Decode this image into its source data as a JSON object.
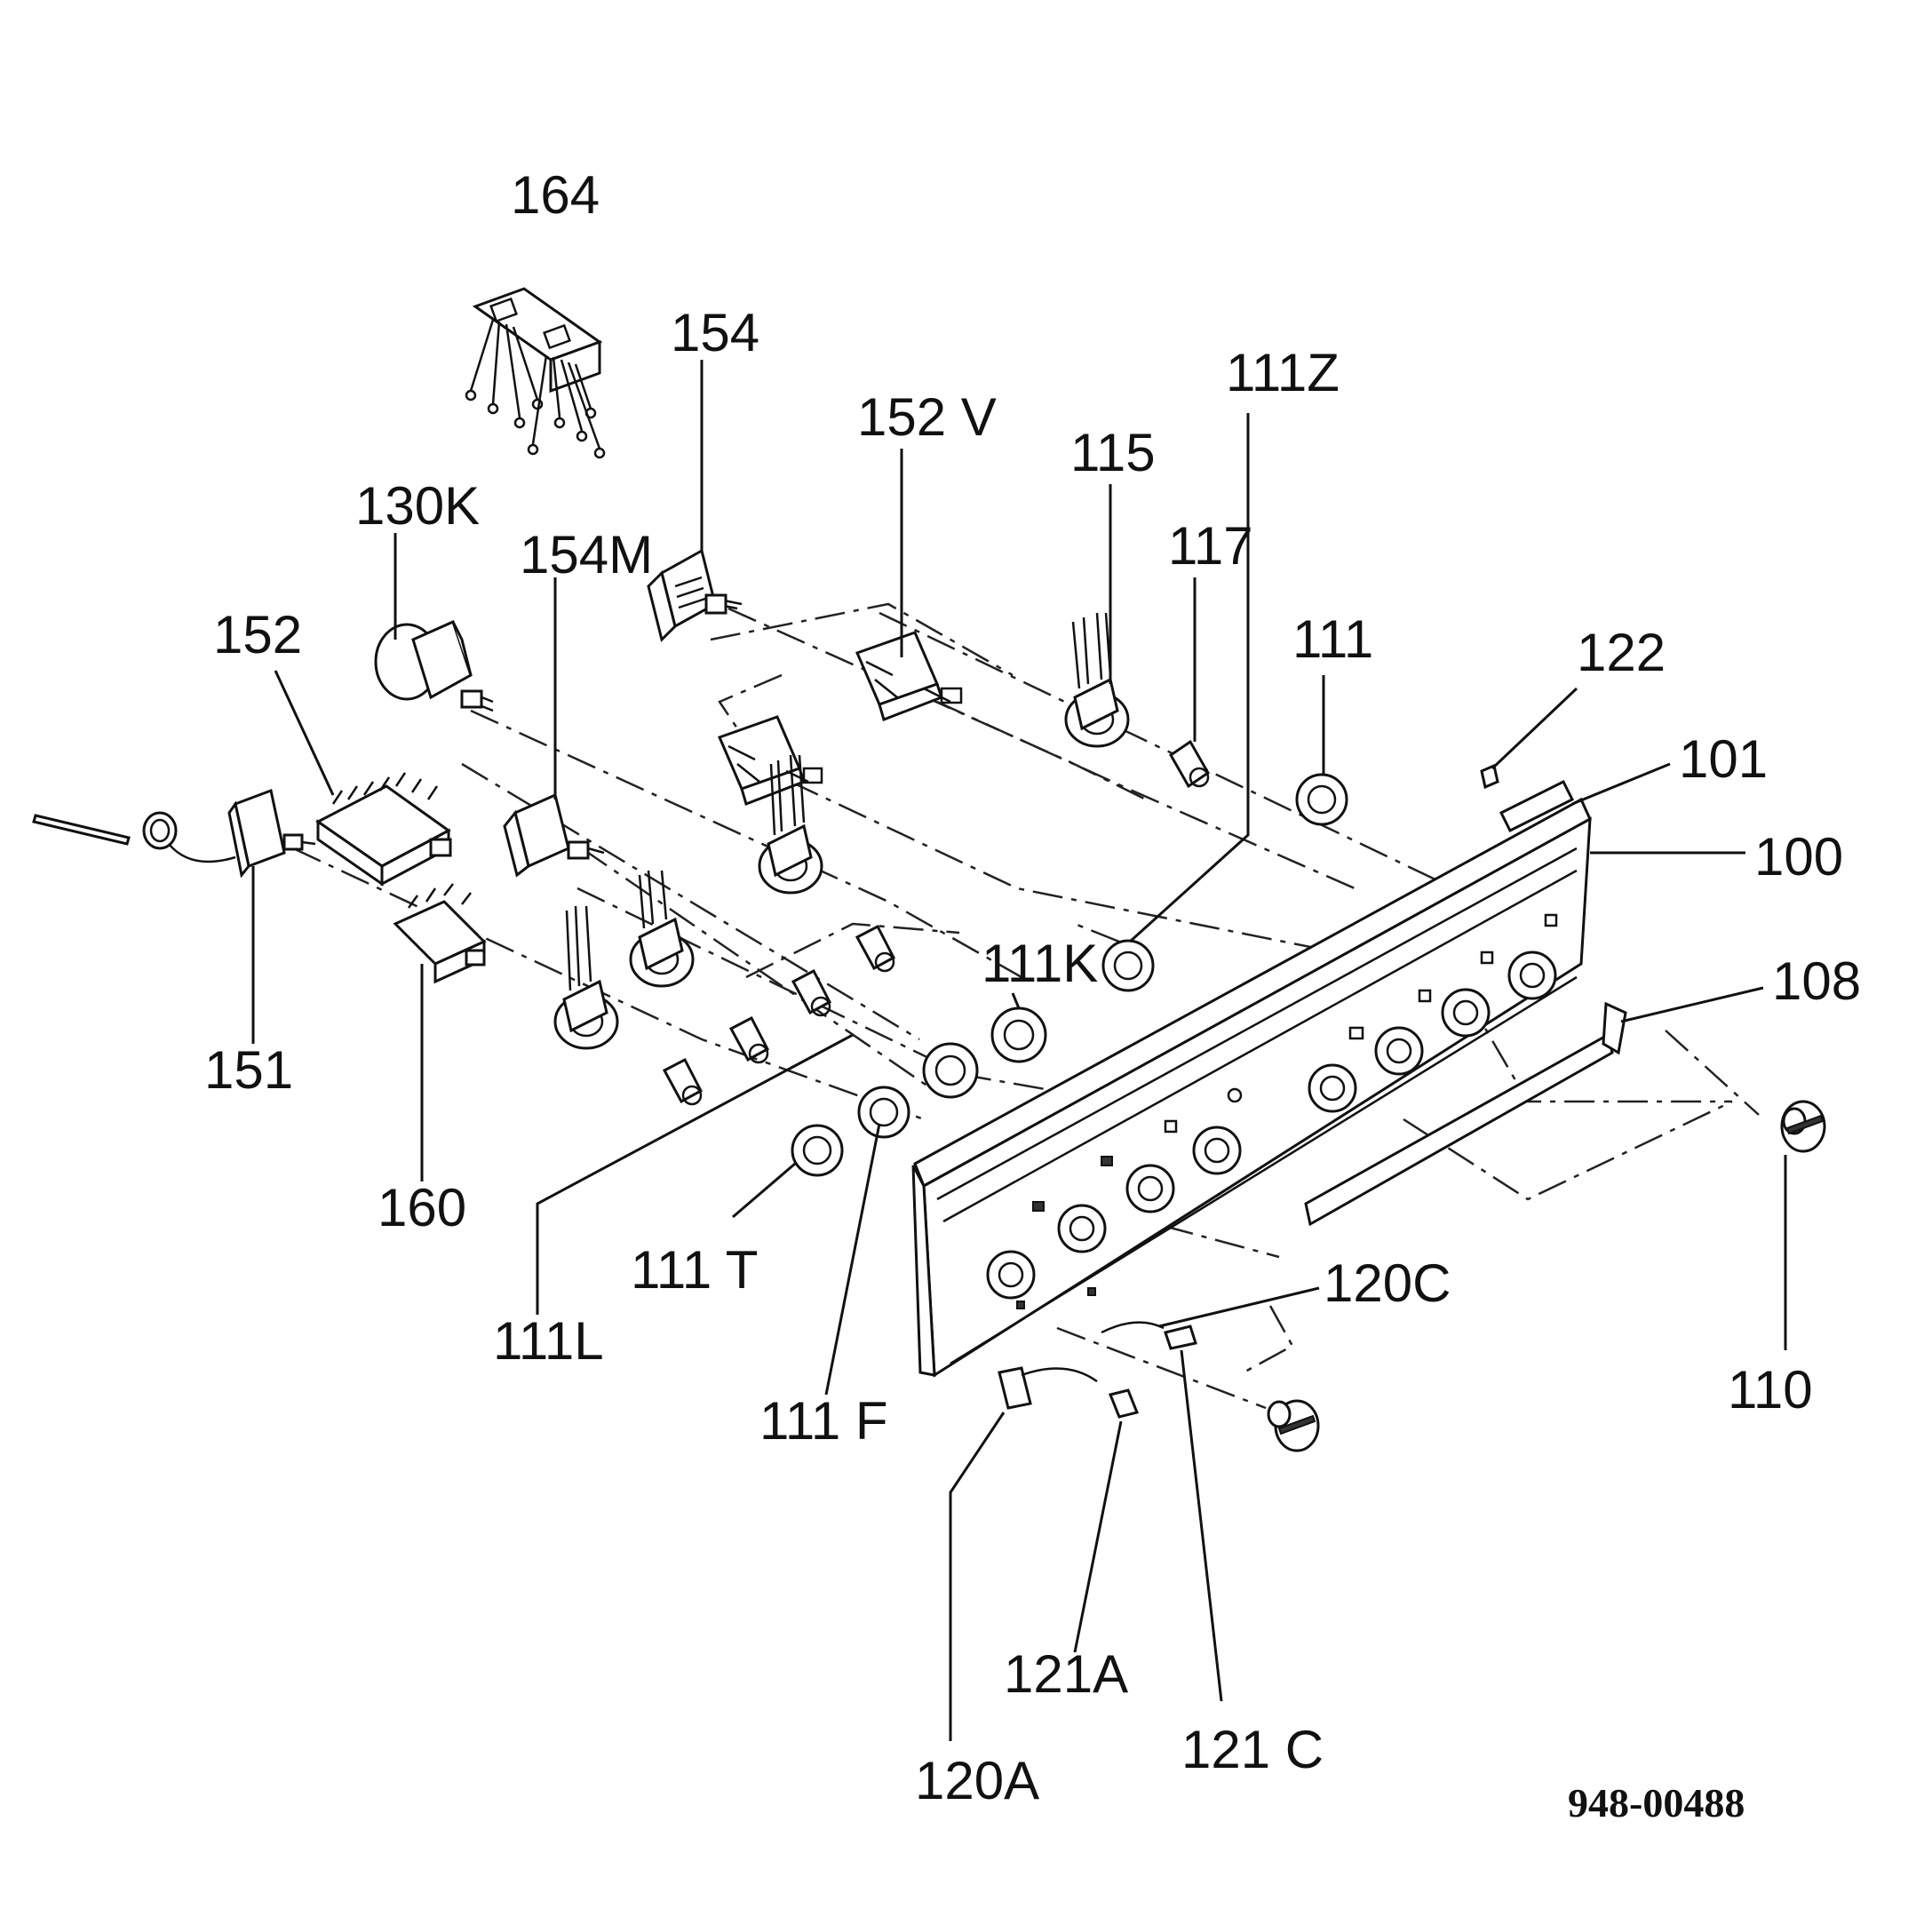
{
  "diagram": {
    "drawing_code": "948-00488",
    "labels": {
      "l164": "164",
      "l154": "154",
      "l152V": "152 V",
      "l111Z": "111Z",
      "l115": "115",
      "l130K": "130K",
      "l154M": "154M",
      "l117": "117",
      "l152": "152",
      "l111": "111",
      "l122": "122",
      "l101": "101",
      "l100": "100",
      "l108": "108",
      "l111K": "111K",
      "l151": "151",
      "l160": "160",
      "l111T": "111 T",
      "l111L": "111L",
      "l111F": "111 F",
      "l120C": "120C",
      "l110": "110",
      "l121A": "121A",
      "l121C": "121 C",
      "l120A": "120A"
    }
  }
}
